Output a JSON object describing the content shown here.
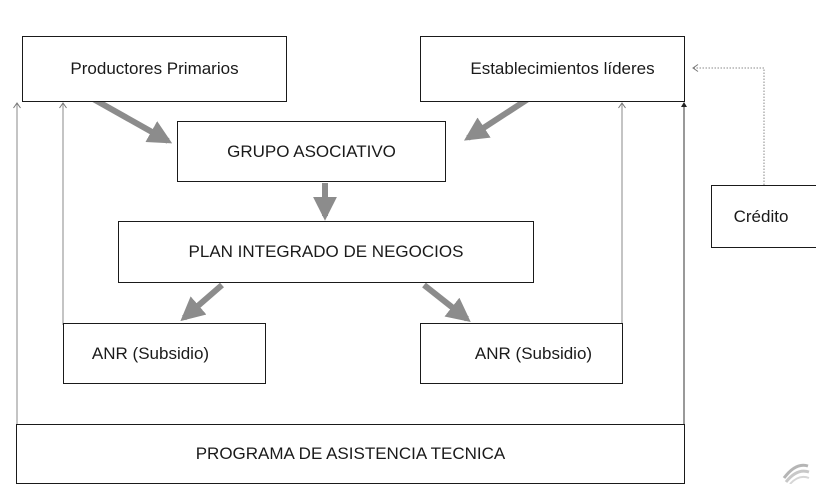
{
  "nodes": {
    "productores": "Productores Primarios",
    "establecimientos": "Establecimientos líderes",
    "grupo": "GRUPO ASOCIATIVO",
    "plan": "PLAN INTEGRADO DE NEGOCIOS",
    "anr_left": "ANR (Subsidio)",
    "anr_right": "ANR (Subsidio)",
    "programa": "PROGRAMA DE ASISTENCIA TECNICA",
    "credito": "Crédito"
  },
  "edges": [
    {
      "from": "productores",
      "to": "grupo",
      "style": "thick-gray"
    },
    {
      "from": "establecimientos",
      "to": "grupo",
      "style": "thick-gray"
    },
    {
      "from": "grupo",
      "to": "plan",
      "style": "thick-gray"
    },
    {
      "from": "plan",
      "to": "anr_left",
      "style": "thick-gray"
    },
    {
      "from": "plan",
      "to": "anr_right",
      "style": "thick-gray"
    },
    {
      "from": "anr_left",
      "to": "productores",
      "style": "thin"
    },
    {
      "from": "anr_right",
      "to": "establecimientos",
      "style": "thin"
    },
    {
      "from": "programa",
      "to": "productores",
      "style": "thin"
    },
    {
      "from": "programa",
      "to": "establecimientos",
      "style": "thin-dark"
    },
    {
      "from": "credito",
      "to": "establecimientos",
      "style": "thin-dotted"
    }
  ],
  "colors": {
    "box_border": "#1a1a1a",
    "text": "#1a1a1a",
    "thick_arrow": "#8c8c8c",
    "thin_line": "#8a8a8a",
    "dark_line": "#333333"
  }
}
